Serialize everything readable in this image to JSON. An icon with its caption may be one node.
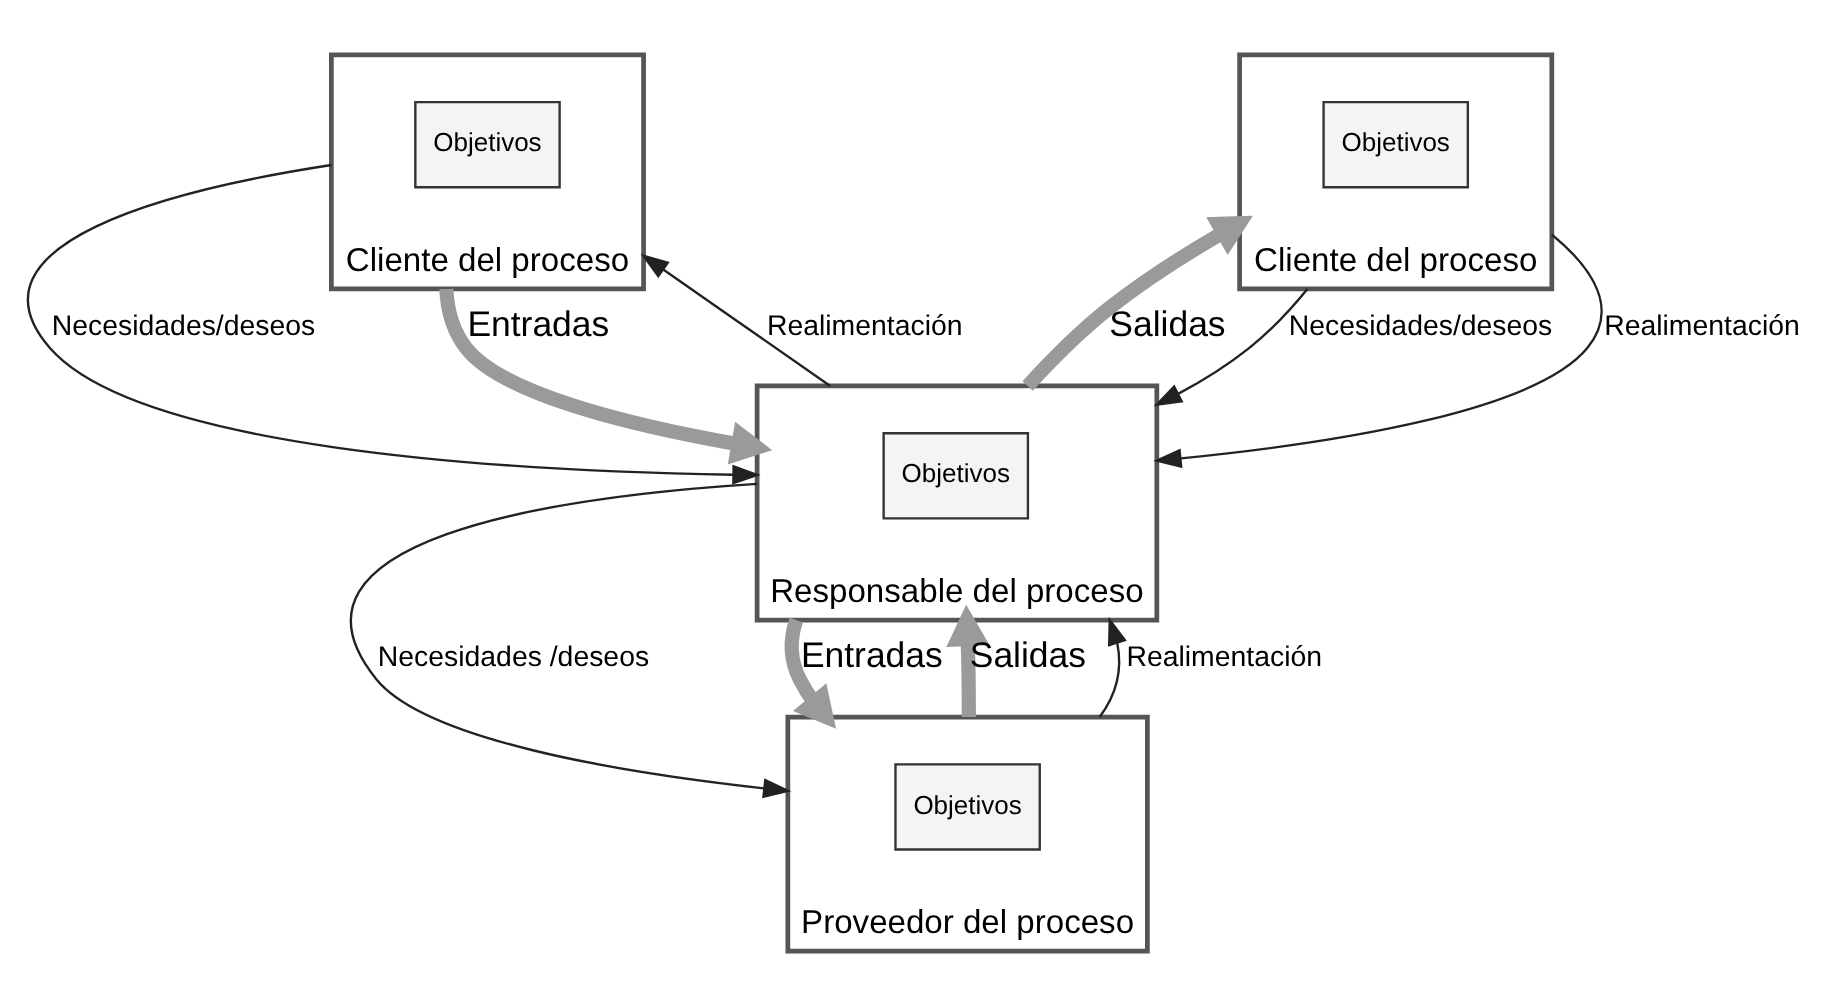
{
  "diagram": {
    "nodes": [
      {
        "text": [
          "Cliente del proceso"
        ]
      },
      {
        "text": [
          "Objetivos"
        ],
        "in": 0
      },
      {
        "text": [
          "Responsable del proceso"
        ]
      },
      {
        "text": [
          "Objetivos"
        ],
        "in": 2
      },
      {
        "text": [
          "Cliente del proceso"
        ]
      },
      {
        "text": [
          "Objetivos"
        ],
        "in": 4
      },
      {
        "text": [
          "Proveedor del proceso"
        ]
      },
      {
        "text": [
          "Objetivos"
        ],
        "in": 6
      }
    ],
    "edges": [
      {
        "from": 0,
        "to": 2,
        "arrow": "to",
        "label": "Necesidades/deseos"
      },
      {
        "from": 0,
        "to": 2,
        "arrow": "to",
        "label": "Entradas",
        "style": "thick",
        "color": "#9a9a9a"
      },
      {
        "from": 2,
        "to": 4,
        "arrow": "to",
        "label": "Salidas",
        "style": "thick",
        "color": "#9a9a9a"
      },
      {
        "from": 4,
        "to": 2,
        "arrow": "to",
        "label": "Necesidades/deseos"
      },
      {
        "from": 2,
        "to": 0,
        "arrow": "to",
        "label": "Realimentación"
      },
      {
        "from": 4,
        "to": 2,
        "arrow": "to",
        "label": "Realimentación"
      },
      {
        "from": 2,
        "to": 6,
        "arrow": "to",
        "label": "Necesidades /deseos"
      },
      {
        "from": 2,
        "to": 6,
        "arrow": "to",
        "label": "Entradas",
        "style": "thick",
        "color": "#9a9a9a"
      },
      {
        "from": 6,
        "to": 2,
        "arrow": "to",
        "label": "Salidas",
        "style": "thick",
        "color": "#9a9a9a"
      },
      {
        "from": 6,
        "to": 2,
        "arrow": "to",
        "label": "Realimentación"
      }
    ]
  }
}
